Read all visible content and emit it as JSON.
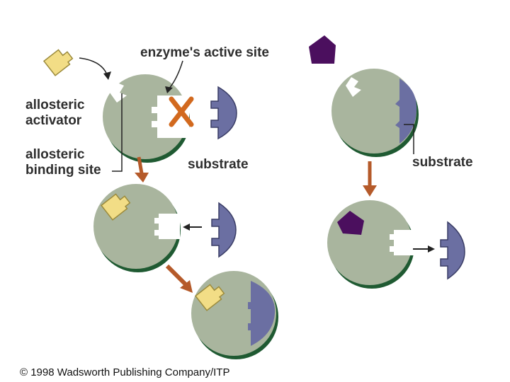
{
  "labels": {
    "active_site": "enzyme's active site",
    "allosteric_activator_line1": "allosteric",
    "allosteric_activator_line2": "activator",
    "allosteric_binding_line1": "allosteric",
    "allosteric_binding_line2": "binding site",
    "substrate_left": "substrate",
    "substrate_right": "substrate"
  },
  "copyright": "© 1998 Wadsworth Publishing Company/ITP",
  "colors": {
    "enzyme": "#a9b59e",
    "enzyme_shadow": "#1f5a32",
    "substrate": "#6b6fa2",
    "activator": "#f2dd86",
    "inhibitor": "#4b0f5e",
    "arrow": "#b55a2a",
    "blocked_x": "#d2691e"
  },
  "icons": {
    "blocked": "x-mark-icon",
    "flow_arrow": "arrow-down-icon"
  }
}
